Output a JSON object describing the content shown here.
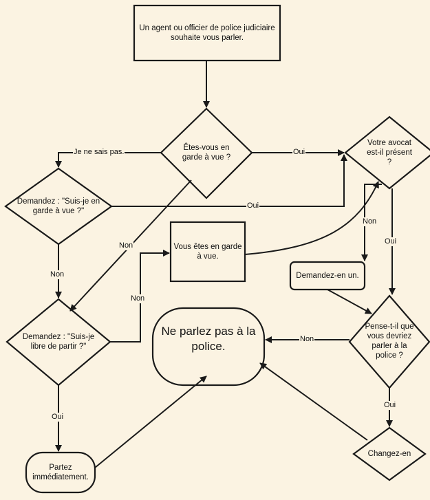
{
  "nodes": {
    "agent": "Un agent ou officier de police judiciaire souhaite vous parler.",
    "garde_vue_q": "Êtes-vous en garde à vue ?",
    "avocat_q": "Votre avocat est-il présent ?",
    "demandez_garde": "Demandez : \"Suis-je en garde à vue ?\"",
    "vous_etes_garde": "Vous êtes en garde à vue.",
    "demandez_un": "Demandez-en un.",
    "demandez_libre": "Demandez : \"Suis-je libre de partir ?\"",
    "ne_parlez": "Ne parlez pas à la police.",
    "pense_t_il": "Pense-t-il que vous devriez parler à la police ?",
    "partez": "Partez immédiatement.",
    "changez": "Changez-en"
  },
  "edges": {
    "je_ne_sais_pas": "Je ne sais pas.",
    "oui_garde_avocat": "Oui",
    "oui_demandez_avocat": "Oui",
    "non_demandez_libre": "Non",
    "non_garde_libre": "Non",
    "non_libre_vous": "Non",
    "non_avocat_demandez": "Non",
    "oui_avocat_pense": "Oui",
    "non_pense_parlez": "Non",
    "oui_libre_partez": "Oui",
    "oui_pense_changez": "Oui"
  }
}
